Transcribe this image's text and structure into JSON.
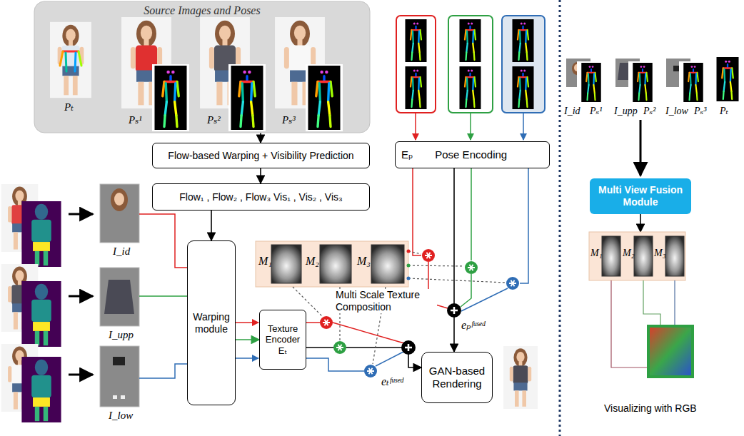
{
  "diagram": {
    "nodes": [
      {
        "text": [
          "Source Images and Poses"
        ]
      },
      {
        "text": [
          "Flow-based Warping + Visibility Prediction"
        ]
      },
      {
        "text": [
          "Flow₁ , Flow₂ , Flow₃ Vis₁ , Vis₂ , Vis₃"
        ]
      },
      {
        "text": [
          "Eₚ",
          "Pose Encoding"
        ]
      },
      {
        "text": [
          "Warping module"
        ]
      },
      {
        "text": [
          "Texture Encoder Eₜ"
        ]
      },
      {
        "text": [
          "M₁",
          "M₂",
          "M₃"
        ]
      },
      {
        "text": [
          "GAN-based Rendering"
        ]
      },
      {
        "text": [
          "Multi View Fusion Module"
        ]
      },
      {
        "text": [
          "M₁",
          "M₂",
          "M₃"
        ]
      }
    ],
    "edges": [
      {
        "from": 0,
        "to": 1,
        "arrow": "to"
      },
      {
        "from": 1,
        "to": 2,
        "arrow": "to"
      },
      {
        "from": 2,
        "to": 4,
        "arrow": "to"
      },
      {
        "from": 4,
        "to": 5,
        "arrow": "to"
      },
      {
        "from": 3,
        "to": 7,
        "arrow": "to",
        "label": "eₚᶠᵘˢᵉᵈ"
      },
      {
        "from": 5,
        "to": 7,
        "arrow": "to",
        "label": "eₜᶠᵘˢᵉᵈ"
      },
      {
        "from": 8,
        "to": 9,
        "arrow": "to"
      }
    ],
    "labels": [
      "Pₜ",
      "Pₛ¹",
      "Pₛ²",
      "Pₛ³",
      "I_id",
      "I_upp",
      "I_low",
      "Multi Scale Texture Composition",
      "I_id",
      "Pₛ¹",
      "I_upp",
      "Pₛ²",
      "I_low",
      "Pₛ³",
      "Pₜ",
      "Visualizing with RGB"
    ]
  }
}
